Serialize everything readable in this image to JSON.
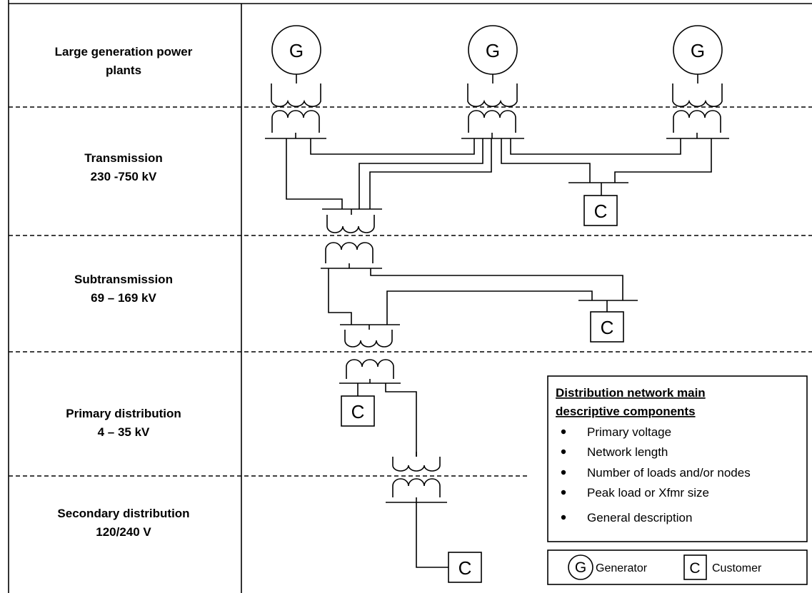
{
  "tiers": [
    {
      "lines": [
        "Large generation power",
        "plants"
      ]
    },
    {
      "lines": [
        "Transmission",
        "230 -750 kV"
      ]
    },
    {
      "lines": [
        "Subtransmission",
        "69 – 169 kV"
      ]
    },
    {
      "lines": [
        "Primary distribution",
        "4 – 35 kV"
      ]
    },
    {
      "lines": [
        "Secondary distribution",
        "120/240 V"
      ]
    }
  ],
  "symbols": {
    "generator": "G",
    "customer": "C"
  },
  "info_box": {
    "title_lines": [
      "Distribution network main",
      "descriptive components"
    ],
    "items": [
      "Primary voltage",
      "Network length",
      "Number of loads and/or nodes",
      "Peak load or Xfmr size",
      "General description"
    ]
  },
  "legend": {
    "generator_label": "Generator",
    "customer_label": "Customer"
  }
}
